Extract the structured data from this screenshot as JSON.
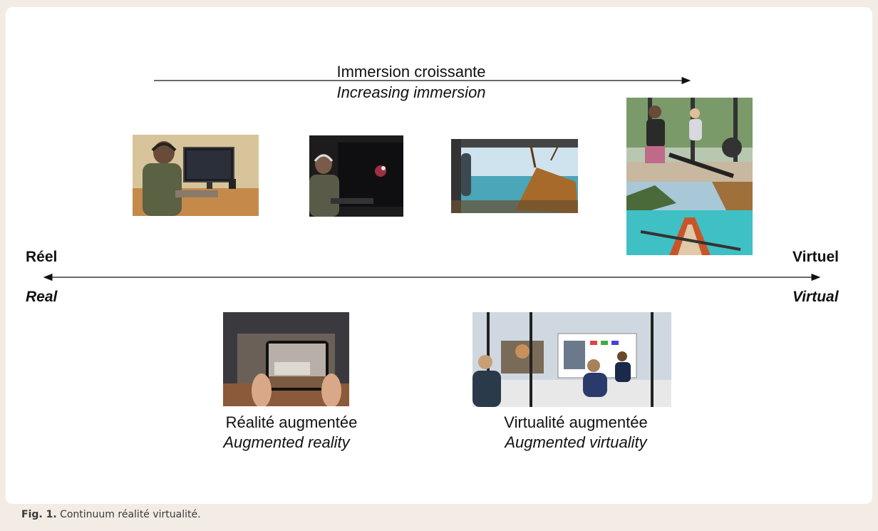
{
  "immersion": {
    "fr": "Immersion croissante",
    "en": "Increasing immersion"
  },
  "axis": {
    "left_fr": "Réel",
    "left_en": "Real",
    "right_fr": "Virtuel",
    "right_en": "Virtual"
  },
  "ar": {
    "fr": "Réalité augmentée",
    "en": "Augmented reality"
  },
  "av": {
    "fr": "Virtualité augmentée",
    "en": "Augmented virtuality"
  },
  "caption": {
    "label": "Fig. 1.",
    "text": "Continuum réalité virtualité."
  },
  "images": [
    "desktop-headphones-photo",
    "dark-room-headset-photo",
    "ship-simulation-photo",
    "vr-rowing-photo",
    "river-kayak-vr-photo",
    "tablet-ar-interior-photo",
    "virtual-meeting-avatars-photo"
  ]
}
